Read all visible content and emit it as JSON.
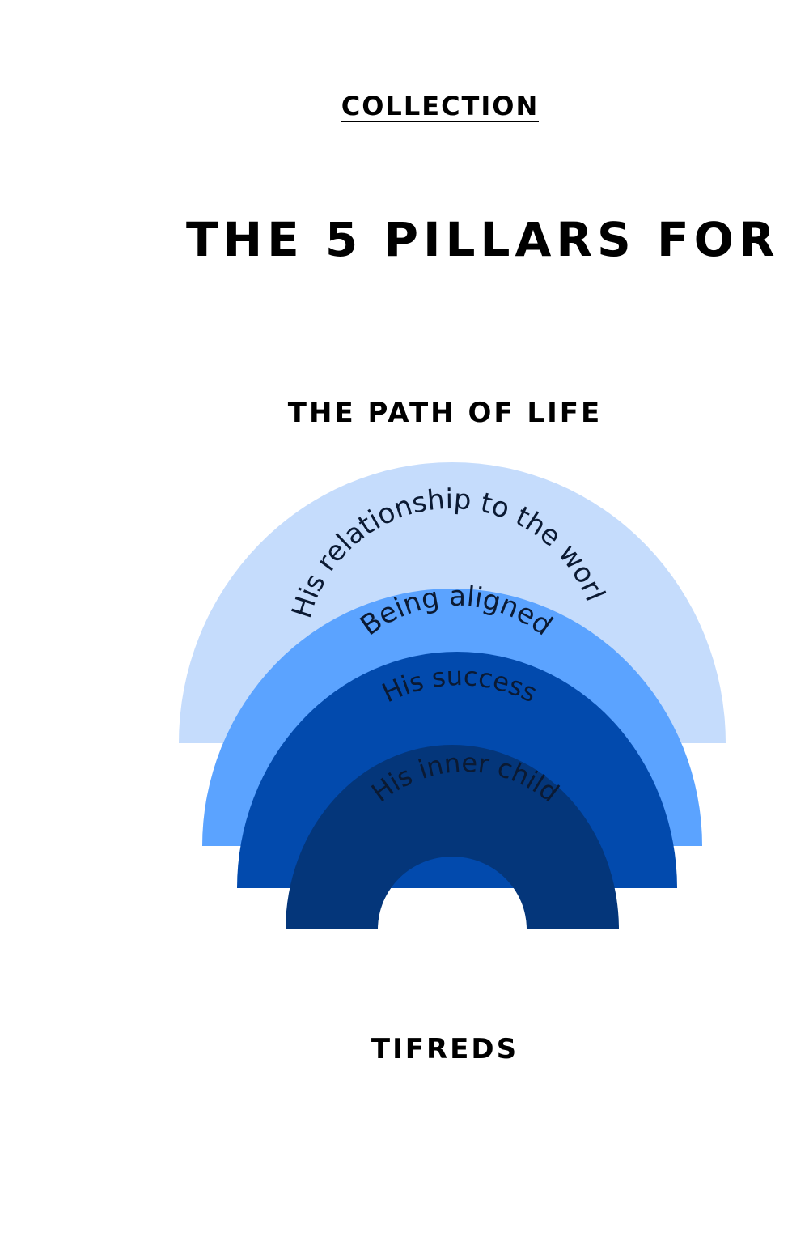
{
  "cover": {
    "collection_label": "COLLECTION",
    "title": "THE 5 PILLARS FOR",
    "subtitle": "THE PATH OF LIFE",
    "author": "TIFREDS"
  },
  "arcs": [
    {
      "label": "His relationship to the world",
      "color": "#c5dcfc"
    },
    {
      "label": "Being aligned",
      "color": "#5ba3ff"
    },
    {
      "label": "His success",
      "color": "#024aad"
    },
    {
      "label": "His inner child",
      "color": "#04367a"
    }
  ]
}
